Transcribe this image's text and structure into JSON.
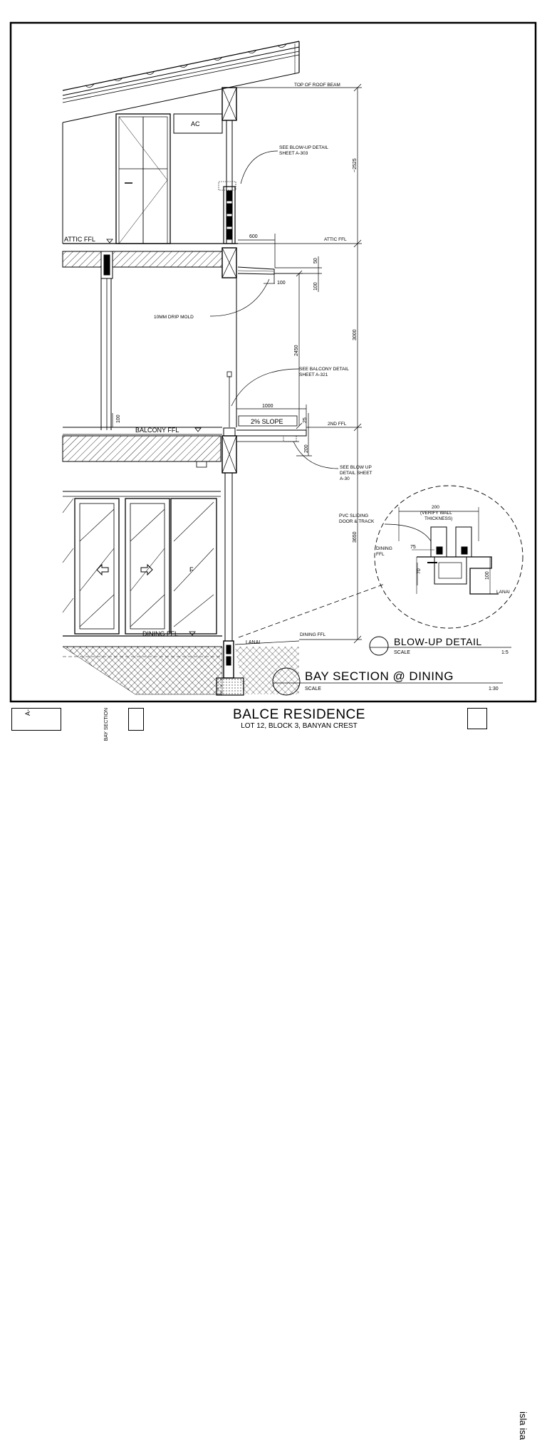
{
  "drawing": {
    "main_title": "BAY SECTION @ DINING",
    "main_scale_label": "SCALE",
    "main_scale_value": "1:30",
    "detail_title": "BLOW-UP DETAIL",
    "detail_scale_label": "SCALE",
    "detail_scale_value": "1:5"
  },
  "labels": {
    "ac": "AC",
    "attic_ffl_left": "ATTIC FFL",
    "attic_ffl_right": "ATTIC FFL",
    "top_of_roof_beam": "TOP OF ROOF BEAM",
    "balcony_ffl": "BALCONY FFL",
    "second_ffl": "2ND FFL",
    "dining_ffl_left": "DINING FFL",
    "dining_ffl_right": "DINING FFL",
    "dining_ffl_detail_1": "DINING",
    "dining_ffl_detail_2": "FFL",
    "lanai": "LANAI",
    "lanai_detail": "LANAI",
    "slope": "2% SLOPE",
    "door_f": "F"
  },
  "notes": {
    "blowup_303_line1": "SEE BLOW-UP DETAIL",
    "blowup_303_line2": "SHEET A-303",
    "drip_mold": "10MM DRIP MOLD",
    "balcony_321_line1": "SEE BALCONY DETAIL",
    "balcony_321_line2": "SHEET A-321",
    "blowup_30x_line1": "SEE BLOW UP",
    "blowup_30x_line2": "DETAIL SHEET",
    "blowup_30x_line3": "A-30",
    "pvc_line1": "PVC SLIDING",
    "pvc_line2": "DOOR & TRACK",
    "verify_line1": "(VERIFY WALL",
    "verify_line2": "THICKNESS)"
  },
  "dimensions": {
    "d2525": "~2525",
    "d3000": "3000",
    "d3650": "3650",
    "d2450": "2450",
    "d600": "600",
    "d100_top": "100",
    "d50": "50",
    "d100_side": "100",
    "d1000": "1000",
    "d100_balc": "100",
    "d25": "25",
    "d200": "200",
    "det_200": "200",
    "det_75": "75",
    "det_70": "70",
    "det_100": "100"
  },
  "title_block": {
    "project_name": "BALCE RESIDENCE",
    "project_sub": "LOT 12, BLOCK 3, BANYAN CREST",
    "sheet_no": "A-",
    "drawing_title": "BAY SECTION",
    "brand": "isla isa"
  },
  "colors": {
    "ink": "#000000",
    "paper": "#ffffff"
  }
}
